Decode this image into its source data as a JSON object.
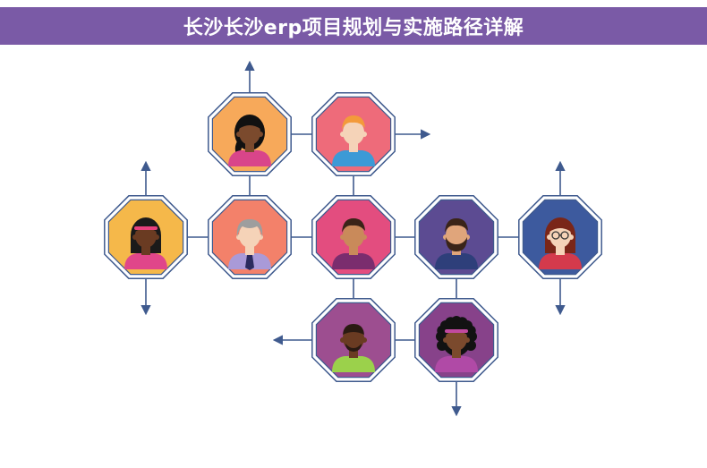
{
  "header": {
    "title": "长沙长沙erp项目规划与实施路径详解"
  },
  "colors": {
    "title_bar": "#7a5aa6",
    "connector": "#3f5a8e",
    "octagon_outline": "#3f5a8e",
    "skin_dark": "#7b4a2d",
    "skin_light": "#f5d3b8",
    "skin_medium": "#c98a5a"
  },
  "nodes": [
    {
      "id": "n1",
      "fill": "#f7a95a",
      "person": "woman-ponytail"
    },
    {
      "id": "n2",
      "fill": "#ee6b7a",
      "person": "man-orange-hair"
    },
    {
      "id": "n3",
      "fill": "#f5b84a",
      "person": "woman-headband"
    },
    {
      "id": "n4",
      "fill": "#f3816a",
      "person": "man-gray-hair-tie"
    },
    {
      "id": "n5",
      "fill": "#e34d7f",
      "person": "man-short-hair"
    },
    {
      "id": "n6",
      "fill": "#5c4b92",
      "person": "man-beard"
    },
    {
      "id": "n7",
      "fill": "#3d5a9e",
      "person": "woman-glasses"
    },
    {
      "id": "n8",
      "fill": "#9d4e90",
      "person": "man-bald-green-shirt"
    },
    {
      "id": "n9",
      "fill": "#87428a",
      "person": "woman-curly-hair"
    }
  ]
}
